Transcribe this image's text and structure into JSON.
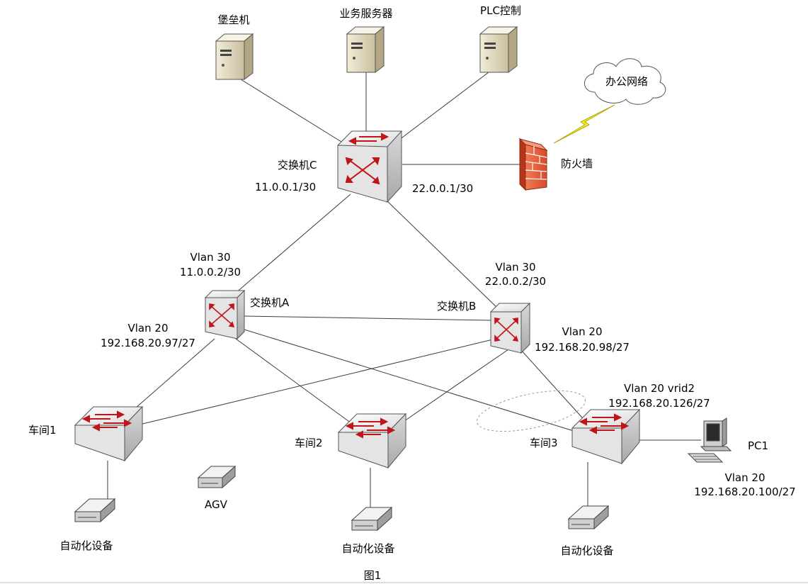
{
  "nodes": {
    "bastion": {
      "label": "堡垒机"
    },
    "biz_server": {
      "label": "业务服务器"
    },
    "plc": {
      "label": "PLC控制"
    },
    "office_net": {
      "label": "办公网络"
    },
    "firewall": {
      "label": "防火墙"
    },
    "switch_c": {
      "label": "交换机C",
      "ip_left": "11.0.0.1/30",
      "ip_right": "22.0.0.1/30"
    },
    "switch_a": {
      "label": "交换机A",
      "vlan30": "Vlan 30",
      "vlan30_ip": "11.0.0.2/30",
      "vlan20": "Vlan 20",
      "vlan20_ip": "192.168.20.97/27"
    },
    "switch_b": {
      "label": "交换机B",
      "vlan30": "Vlan 30",
      "vlan30_ip": "22.0.0.2/30",
      "vlan20": "Vlan 20",
      "vlan20_ip": "192.168.20.98/27"
    },
    "ws1": {
      "label": "车间1"
    },
    "ws2": {
      "label": "车间2"
    },
    "ws3": {
      "label": "车间3",
      "vrid_label": "Vlan 20 vrid2",
      "vrid_ip": "192.168.20.126/27"
    },
    "agv": {
      "label": "AGV"
    },
    "pc1": {
      "label": "PC1",
      "vlan": "Vlan 20",
      "ip": "192.168.20.100/27"
    },
    "auto1": {
      "label": "自动化设备"
    },
    "auto2": {
      "label": "自动化设备"
    },
    "auto3": {
      "label": "自动化设备"
    }
  },
  "caption": "图1",
  "colors": {
    "link": "#3a3a3a",
    "switch_arrow": "#c0151a",
    "firewall": "#e8583a",
    "lightning": "#f2ee2a",
    "server_body": "#e3dcc6"
  }
}
